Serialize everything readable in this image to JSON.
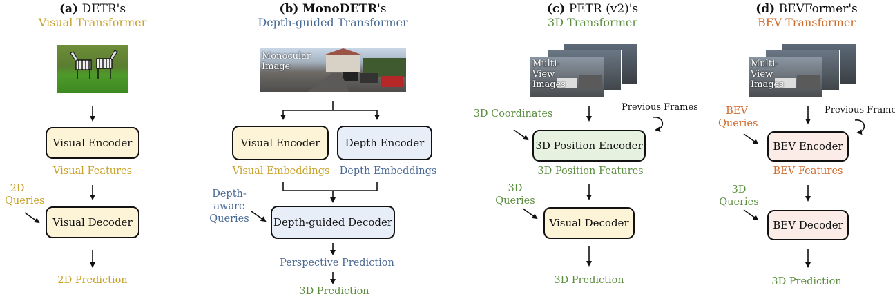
{
  "panel_a": {
    "tag": "(a)",
    "name": "DETR's",
    "subtitle": "Visual Transformer",
    "encoder": "Visual Encoder",
    "features": "Visual Features",
    "queries": "2D Queries",
    "decoder": "Visual Decoder",
    "output": "2D Prediction"
  },
  "panel_b": {
    "tag": "(b)",
    "name_bold": "MonoDETR",
    "name_suffix": "'s",
    "subtitle": "Depth-guided Transformer",
    "image_label": "Monocular Image",
    "visual_encoder": "Visual Encoder",
    "depth_encoder": "Depth Encoder",
    "visual_embeddings": "Visual Embeddings",
    "depth_embeddings": "Depth Embeddings",
    "queries": "Depth-aware Queries",
    "decoder": "Depth-guided Decoder",
    "intermediate": "Perspective Prediction",
    "output": "3D Prediction"
  },
  "panel_c": {
    "tag": "(c)",
    "name": "PETR (v2)'s",
    "subtitle": "3D Transformer",
    "image_label": "Multi-View Images",
    "coords": "3D Coordinates",
    "previous": "Previous Frames",
    "encoder": "3D Position Encoder",
    "features": "3D Position Features",
    "queries": "3D Queries",
    "decoder": "Visual Decoder",
    "output": "3D Prediction"
  },
  "panel_d": {
    "tag": "(d)",
    "name": "BEVFormer's",
    "subtitle": "BEV Transformer",
    "image_label": "Multi-View Images",
    "queries_top": "BEV Queries",
    "previous": "Previous Frames",
    "encoder": "BEV Encoder",
    "features": "BEV Features",
    "queries": "3D Queries",
    "decoder": "BEV Decoder",
    "output": "3D Prediction"
  },
  "colors": {
    "gold": "#c9a227",
    "blue": "#4a6a96",
    "green": "#5c8e3f",
    "orange": "#cf6b2c",
    "box_yellow": "#fdf3d6",
    "box_blue": "#e7eef8",
    "box_green": "#e6f2df",
    "box_pink": "#fbece8"
  }
}
